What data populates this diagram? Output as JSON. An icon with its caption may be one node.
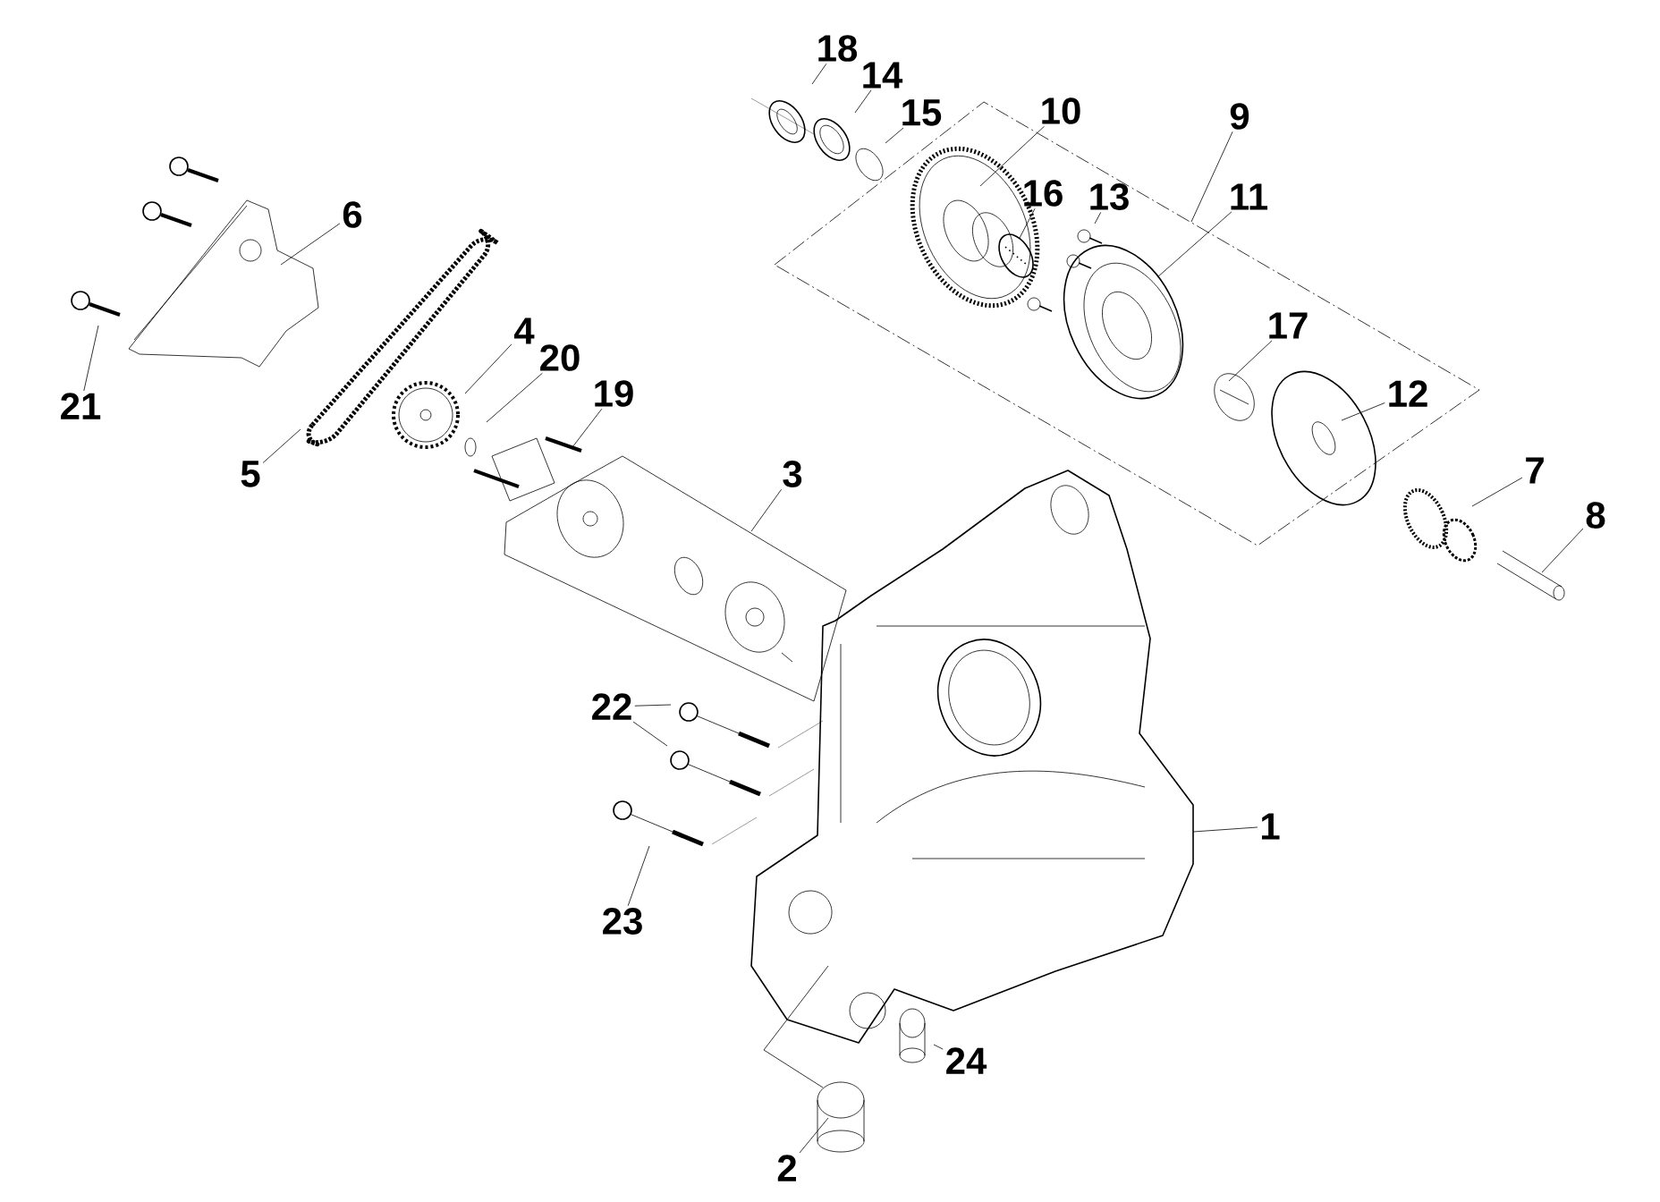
{
  "diagram": {
    "nodes": [
      {
        "text": [
          "18"
        ]
      },
      {
        "text": [
          "14"
        ]
      },
      {
        "text": [
          "10"
        ]
      },
      {
        "text": [
          "15"
        ]
      },
      {
        "text": [
          "9"
        ]
      },
      {
        "text": [
          "16"
        ]
      },
      {
        "text": [
          "13"
        ]
      },
      {
        "text": [
          "11"
        ]
      },
      {
        "text": [
          "6"
        ]
      },
      {
        "text": [
          "17"
        ]
      },
      {
        "text": [
          "4"
        ]
      },
      {
        "text": [
          "20"
        ]
      },
      {
        "text": [
          "19"
        ]
      },
      {
        "text": [
          "12"
        ]
      },
      {
        "text": [
          "21"
        ]
      },
      {
        "text": [
          "7"
        ]
      },
      {
        "text": [
          "3"
        ]
      },
      {
        "text": [
          "5"
        ]
      },
      {
        "text": [
          "8"
        ]
      },
      {
        "text": [
          "22"
        ]
      },
      {
        "text": [
          "1"
        ]
      },
      {
        "text": [
          "23"
        ]
      },
      {
        "text": [
          "24"
        ]
      },
      {
        "text": [
          "2"
        ]
      }
    ],
    "edges": [
      {
        "from": 0,
        "to": null,
        "arrow": "none"
      },
      {
        "from": 1,
        "to": null,
        "arrow": "none"
      },
      {
        "from": 2,
        "to": null,
        "arrow": "none"
      },
      {
        "from": 3,
        "to": null,
        "arrow": "none"
      },
      {
        "from": 4,
        "to": null,
        "arrow": "none"
      },
      {
        "from": 5,
        "to": null,
        "arrow": "none"
      },
      {
        "from": 6,
        "to": null,
        "arrow": "none"
      },
      {
        "from": 7,
        "to": null,
        "arrow": "none"
      },
      {
        "from": 8,
        "to": null,
        "arrow": "none"
      },
      {
        "from": 9,
        "to": null,
        "arrow": "none"
      },
      {
        "from": 10,
        "to": null,
        "arrow": "none"
      },
      {
        "from": 11,
        "to": null,
        "arrow": "none"
      },
      {
        "from": 12,
        "to": null,
        "arrow": "none"
      },
      {
        "from": 13,
        "to": null,
        "arrow": "none"
      },
      {
        "from": 14,
        "to": null,
        "arrow": "none"
      },
      {
        "from": 15,
        "to": null,
        "arrow": "none"
      },
      {
        "from": 16,
        "to": null,
        "arrow": "none"
      },
      {
        "from": 17,
        "to": null,
        "arrow": "none"
      },
      {
        "from": 18,
        "to": null,
        "arrow": "none"
      },
      {
        "from": 19,
        "to": null,
        "arrow": "none"
      },
      {
        "from": 19,
        "to": null,
        "arrow": "none"
      },
      {
        "from": 20,
        "to": null,
        "arrow": "none"
      },
      {
        "from": 21,
        "to": null,
        "arrow": "none"
      },
      {
        "from": 22,
        "to": null,
        "arrow": "none"
      },
      {
        "from": 23,
        "to": null,
        "arrow": "none"
      }
    ]
  }
}
